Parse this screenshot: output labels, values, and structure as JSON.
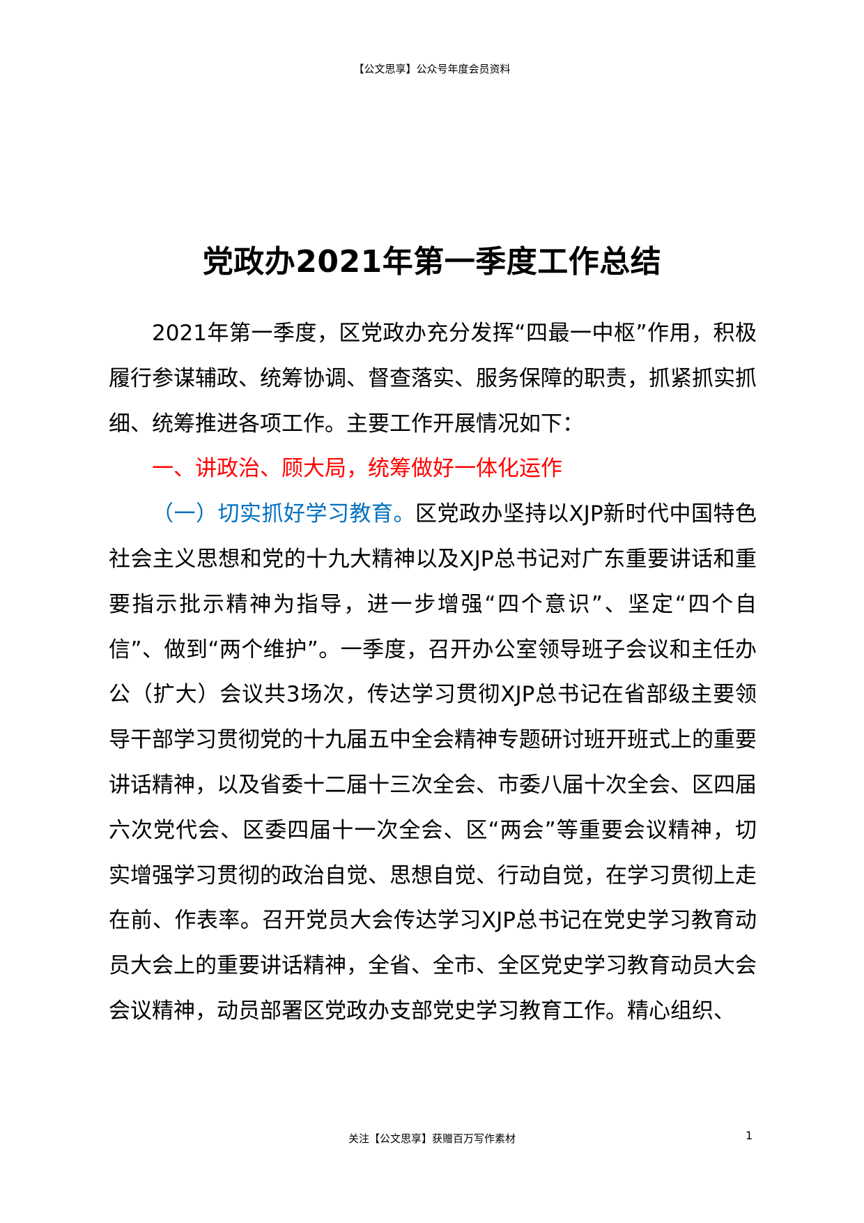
{
  "header": {
    "text": "【公文思享】公众号年度会员资料"
  },
  "document": {
    "title": "党政办2021年第一季度工作总结",
    "intro": "2021年第一季度，区党政办充分发挥“四最一中枢”作用，积极履行参谋辅政、统筹协调、督查落实、服务保障的职责，抓紧抓实抓细、统筹推进各项工作。主要工作开展情况如下：",
    "section_1": {
      "heading": "一、讲政治、顾大局，统筹做好一体化运作",
      "subsection_1": {
        "heading": "（一）切实抓好学习教育。",
        "body": "区党政办坚持以XJP新时代中国特色社会主义思想和党的十九大精神以及XJP总书记对广东重要讲话和重要指示批示精神为指导，进一步增强“四个意识”、坚定“四个自信”、做到“两个维护”。一季度，召开办公室领导班子会议和主任办公（扩大）会议共3场次，传达学习贯彻XJP总书记在省部级主要领导干部学习贯彻党的十九届五中全会精神专题研讨班开班式上的重要讲话精神，以及省委十二届十三次全会、市委八届十次全会、区四届六次党代会、区委四届十一次全会、区“两会”等重要会议精神，切实增强学习贯彻的政治自觉、思想自觉、行动自觉，在学习贯彻上走在前、作表率。召开党员大会传达学习XJP总书记在党史学习教育动员大会上的重要讲话精神，全省、全市、全区党史学习教育动员大会会议精神，动员部署区党政办支部党史学习教育工作。精心组织、"
      }
    }
  },
  "footer": {
    "text": "关注【公文思享】获赠百万写作素材",
    "page_number": "1"
  },
  "colors": {
    "section_heading": "#FF0000",
    "subsection_heading": "#0070C0",
    "body_text": "#000000"
  }
}
